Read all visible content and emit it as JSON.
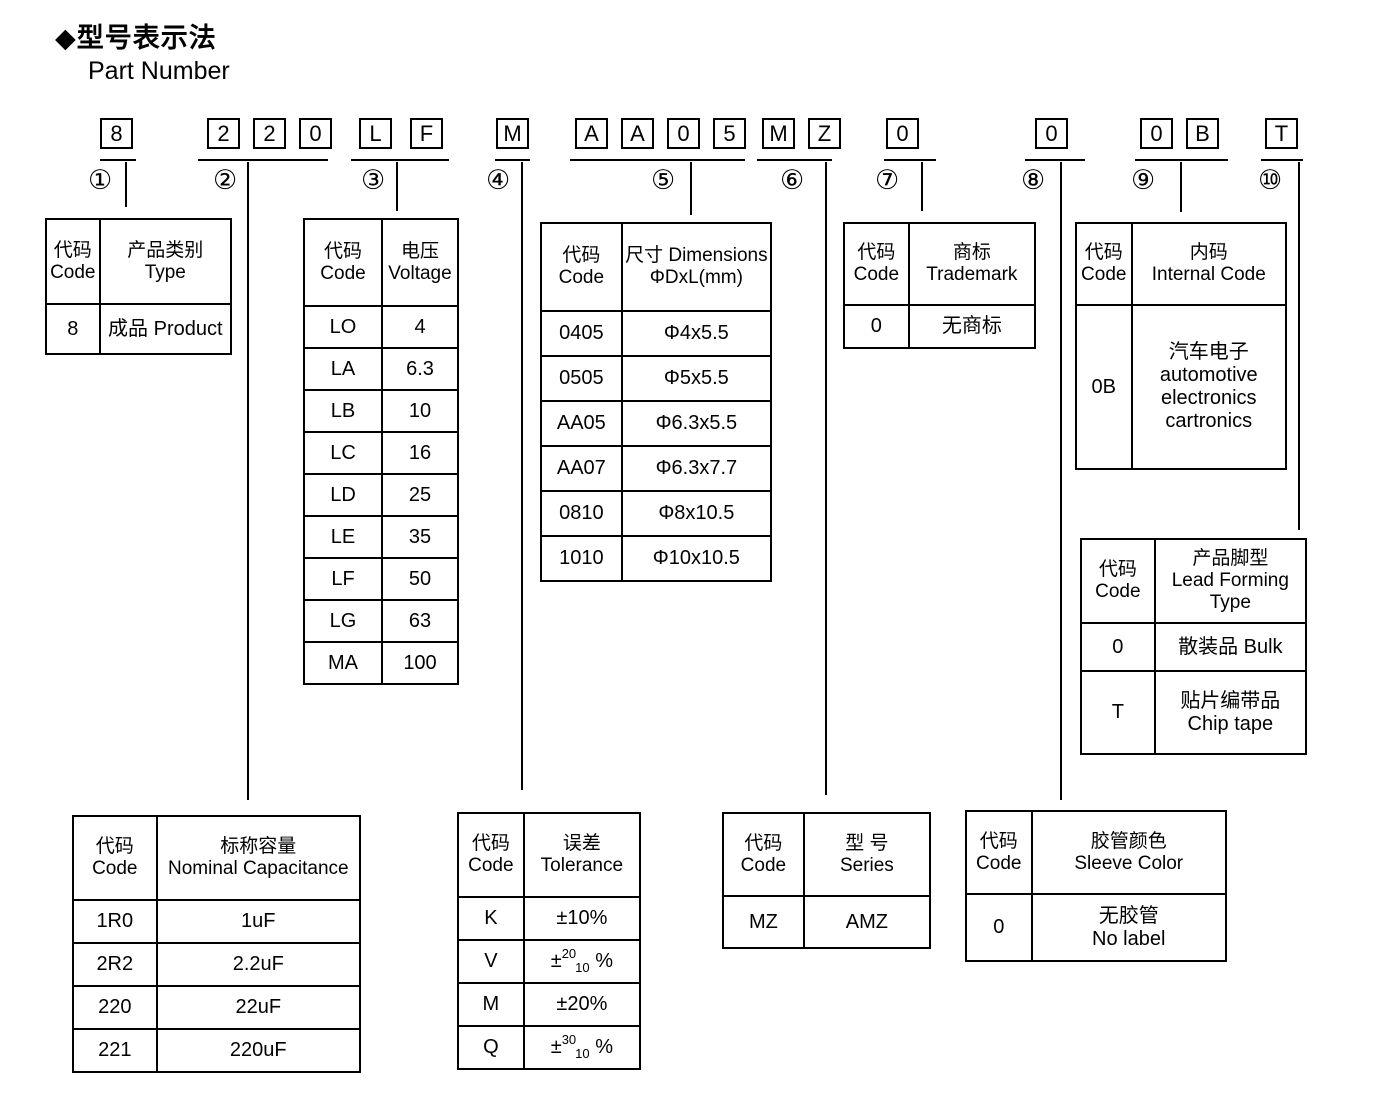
{
  "title": {
    "heading_zh": "◆型号表示法",
    "heading_en": "Part Number"
  },
  "part_number": {
    "segments": [
      {
        "label": "①",
        "chars": [
          "8"
        ]
      },
      {
        "label": "②",
        "chars": [
          "2",
          "2",
          "0"
        ]
      },
      {
        "label": "③",
        "chars": [
          "L",
          "F"
        ]
      },
      {
        "label": "④",
        "chars": [
          "M"
        ]
      },
      {
        "label": "⑤",
        "chars": [
          "A",
          "A",
          "0",
          "5"
        ]
      },
      {
        "label": "⑥",
        "chars": [
          "M",
          "Z"
        ]
      },
      {
        "label": "⑦",
        "chars": [
          "0"
        ]
      },
      {
        "label": "⑧",
        "chars": [
          "0"
        ]
      },
      {
        "label": "⑨",
        "chars": [
          "0",
          "B"
        ]
      },
      {
        "label": "⑩",
        "chars": [
          "T"
        ]
      }
    ]
  },
  "tables": {
    "product_type": {
      "header": [
        {
          "lines": [
            "代码",
            "Code"
          ]
        },
        {
          "lines": [
            "产品类别",
            "Type"
          ]
        }
      ],
      "rows": [
        [
          "8",
          "成品 Product"
        ]
      ]
    },
    "capacitance": {
      "header": [
        {
          "lines": [
            "代码",
            "Code"
          ]
        },
        {
          "lines": [
            "标称容量",
            "Nominal Capacitance"
          ]
        }
      ],
      "rows": [
        [
          "1R0",
          "1uF"
        ],
        [
          "2R2",
          "2.2uF"
        ],
        [
          "220",
          "22uF"
        ],
        [
          "221",
          "220uF"
        ]
      ]
    },
    "voltage": {
      "header": [
        {
          "lines": [
            "代码",
            "Code"
          ]
        },
        {
          "lines": [
            "电压",
            "Voltage"
          ]
        }
      ],
      "rows": [
        [
          "LO",
          "4"
        ],
        [
          "LA",
          "6.3"
        ],
        [
          "LB",
          "10"
        ],
        [
          "LC",
          "16"
        ],
        [
          "LD",
          "25"
        ],
        [
          "LE",
          "35"
        ],
        [
          "LF",
          "50"
        ],
        [
          "LG",
          "63"
        ],
        [
          "MA",
          "100"
        ]
      ]
    },
    "tolerance": {
      "header": [
        {
          "lines": [
            "代码",
            "Code"
          ]
        },
        {
          "lines": [
            "误差",
            "Tolerance"
          ]
        }
      ],
      "rows": [
        [
          "K",
          "±10%"
        ],
        [
          "V",
          {
            "pre": "±",
            "sup": "20",
            "sub": "10",
            "post": " %"
          }
        ],
        [
          "M",
          "±20%"
        ],
        [
          "Q",
          {
            "pre": "±",
            "sup": "30",
            "sub": "10",
            "post": " %"
          }
        ]
      ]
    },
    "dimensions": {
      "header": [
        {
          "lines": [
            "代码",
            "Code"
          ]
        },
        {
          "lines": [
            "尺寸 Dimensions",
            "ΦDxL(mm)"
          ]
        }
      ],
      "rows": [
        [
          "0405",
          "Φ4x5.5"
        ],
        [
          "0505",
          "Φ5x5.5"
        ],
        [
          "AA05",
          "Φ6.3x5.5"
        ],
        [
          "AA07",
          "Φ6.3x7.7"
        ],
        [
          "0810",
          "Φ8x10.5"
        ],
        [
          "1010",
          "Φ10x10.5"
        ]
      ]
    },
    "series": {
      "header": [
        {
          "lines": [
            "代码",
            "Code"
          ]
        },
        {
          "lines": [
            "型 号",
            "Series"
          ]
        }
      ],
      "rows": [
        [
          "MZ",
          "AMZ"
        ]
      ]
    },
    "trademark": {
      "header": [
        {
          "lines": [
            "代码",
            "Code"
          ]
        },
        {
          "lines": [
            "商标",
            "Trademark"
          ]
        }
      ],
      "rows": [
        [
          "0",
          "无商标"
        ]
      ]
    },
    "sleeve_color": {
      "header": [
        {
          "lines": [
            "代码",
            "Code"
          ]
        },
        {
          "lines": [
            "胶管颜色",
            "Sleeve Color"
          ]
        }
      ],
      "rows": [
        [
          "0",
          {
            "lines": [
              "无胶管",
              "No label"
            ]
          }
        ]
      ]
    },
    "internal_code": {
      "header": [
        {
          "lines": [
            "代码",
            "Code"
          ]
        },
        {
          "lines": [
            "内码",
            "Internal Code"
          ]
        }
      ],
      "rows": [
        [
          "0B",
          {
            "lines": [
              "汽车电子",
              "automotive",
              "electronics",
              "cartronics"
            ]
          }
        ]
      ]
    },
    "lead_forming": {
      "header": [
        {
          "lines": [
            "代码",
            "Code"
          ]
        },
        {
          "lines": [
            "产品脚型",
            "Lead Forming",
            "Type"
          ]
        }
      ],
      "rows": [
        [
          "0",
          "散装品 Bulk"
        ],
        [
          "T",
          {
            "lines": [
              "贴片编带品",
              "Chip tape"
            ]
          }
        ]
      ]
    }
  }
}
